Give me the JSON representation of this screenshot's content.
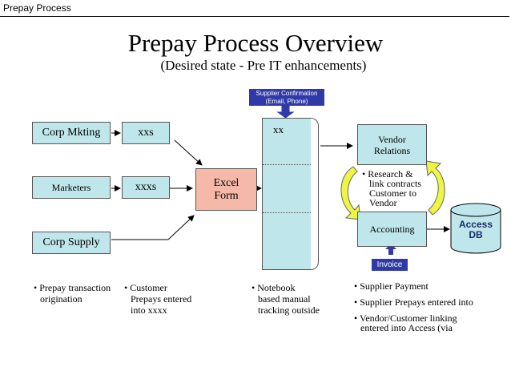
{
  "header": {
    "label": "Prepay Process"
  },
  "title": "Prepay Process Overview",
  "subtitle": "(Desired state - Pre IT enhancements)",
  "nodes": {
    "corp_mkting": "Corp Mkting",
    "xxs": "xxs",
    "marketers": "Marketers",
    "xxxs": "xxxs",
    "corp_supply": "Corp Supply",
    "excel_form": {
      "line1": "Excel",
      "line2": "Form"
    },
    "tracking_label": "xx",
    "supplier_confirmation": {
      "line1": "Supplier Confirmation",
      "line2": "(Email, Phone)"
    },
    "vendor_relations": {
      "line1": "Vendor",
      "line2": "Relations"
    },
    "accounting": "Accounting",
    "invoice": "Invoice",
    "access_db": {
      "line1": "Access",
      "line2": "DB"
    }
  },
  "research_note": [
    "Research &",
    "link contracts",
    "Customer to",
    "Vendor"
  ],
  "bullets": {
    "col1": [
      "Prepay transaction",
      "origination"
    ],
    "col2": [
      "Customer",
      "Prepays entered",
      "into xxxx"
    ],
    "col3": [
      "Notebook",
      "based manual",
      "tracking outside"
    ],
    "col4": [
      [
        "Supplier Payment"
      ],
      [
        "Supplier Prepays entered into"
      ],
      [
        "Vendor/Customer linking",
        "entered into Access (via"
      ]
    ]
  },
  "colors": {
    "box_fill": "#bfe6ea",
    "excel_fill": "#f6b8a8",
    "blue_tag": "#2f3aa8",
    "cycle_arrow": "#eef542"
  }
}
